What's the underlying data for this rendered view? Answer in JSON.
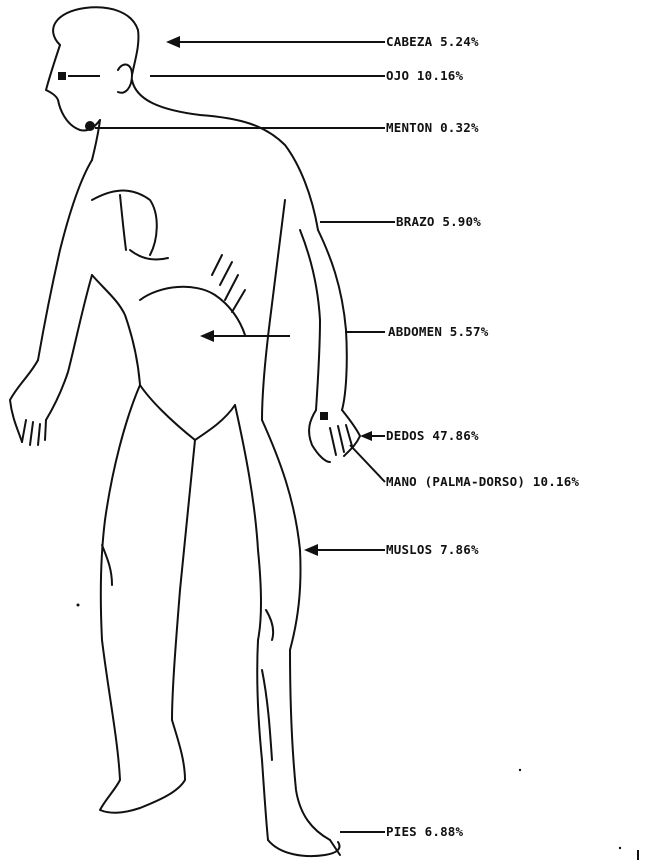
{
  "labels": {
    "cabeza": "CABEZA 5.24%",
    "ojo": "OJO 10.16%",
    "menton": "MENTON 0.32%",
    "brazo": "BRAZO 5.90%",
    "abdomen": "ABDOMEN 5.57%",
    "dedos": "DEDOS 47.86%",
    "mano": "MANO (PALMA-DORSO) 10.16%",
    "muslos": "MUSLOS 7.86%",
    "pies": "PIES 6.88%"
  },
  "colors": {
    "ink": "#111111",
    "background": "#ffffff"
  }
}
